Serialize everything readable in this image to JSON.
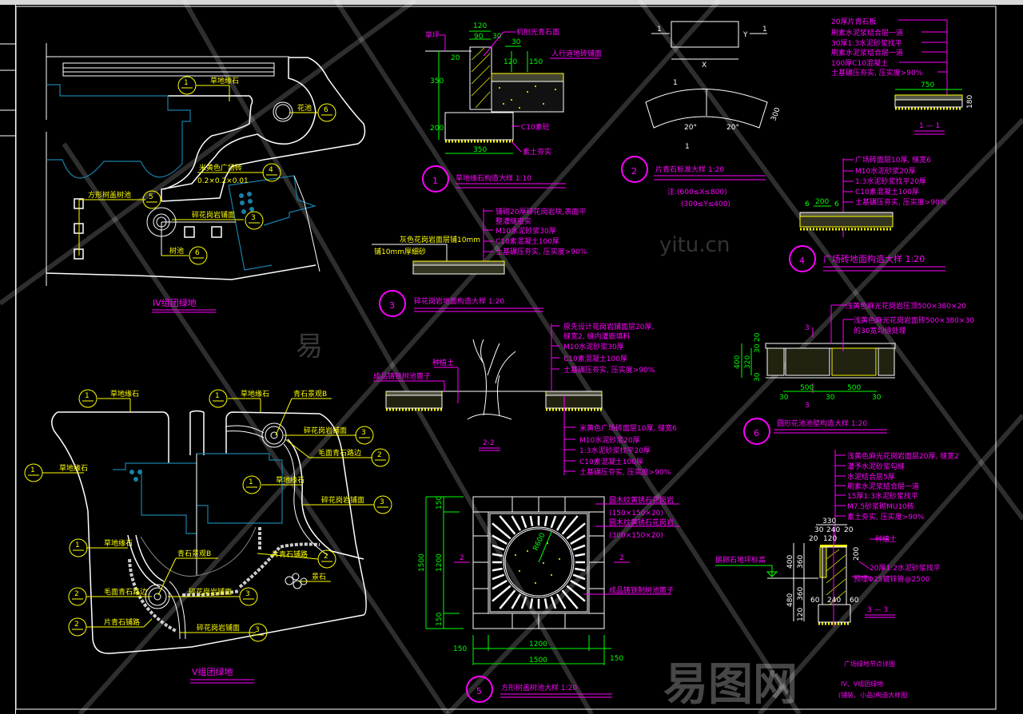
{
  "plan_iv": {
    "title": "IV组团绿地",
    "labels": [
      "草地缘石",
      "花池",
      "米黄色广场砖",
      "0.2×0.2×0.01",
      "方形树盖树池",
      "碎花岗岩铺面",
      "树池"
    ],
    "bubbles": [
      "1",
      "6",
      "4",
      "5",
      "3",
      "6"
    ]
  },
  "plan_v": {
    "title": "V组团绿地",
    "labels": [
      "草地缘石",
      "草地缘石",
      "青石景观B",
      "碎花岗岩铺面",
      "毛面青石路边",
      "草地缘石",
      "草地缘石",
      "碎花岗岩铺面",
      "草地缘石",
      "青石景观B",
      "片青石铺路",
      "景石",
      "毛面青石路边",
      "碎花岗岩铺面",
      "片青石铺路",
      "碎花岗岩铺面"
    ],
    "bubbles": [
      "1",
      "1",
      "3",
      "2",
      "1",
      "1",
      "3",
      "1",
      "2",
      "2",
      "3",
      "2",
      "3"
    ]
  },
  "detail1": {
    "number": "1",
    "title": "草地缘石构造大样 1:10",
    "labels": [
      "草坪",
      "机刨光青石面",
      "人行道地砖铺面",
      "C10素砼",
      "素土夯实"
    ],
    "dims": [
      "120",
      "90",
      "30",
      "20",
      "350",
      "200",
      "350",
      "30",
      "120",
      "150"
    ]
  },
  "detail2": {
    "number": "2",
    "title": "片青石标准大样 1:20",
    "note1": "注:(600≤X≤800)",
    "note2": "(300≤Y≤400)",
    "marks": [
      "1",
      "1",
      "X",
      "Y",
      "1",
      "1",
      "20°",
      "20°",
      "300"
    ]
  },
  "section11": {
    "layers": [
      "20厚片青石板",
      "刷素水泥浆结合层一道",
      "30厚1:3水泥砂浆找平",
      "刷素水泥浆结合层一道",
      "100厚C10混凝土",
      "土基碾压夯实, 压实度>90%"
    ],
    "dim": "750",
    "dim2": "180",
    "title": "1 — 1"
  },
  "detail4": {
    "number": "4",
    "title": "广场砖地面构造大样 1:20",
    "layers": [
      "广场砖面层10厚, 缝宽6",
      "M10水泥砂浆20厚",
      "1:3水泥砂浆找平20厚",
      "C10素混凝土100厚",
      "土基碾压夯实, 压实度>90%"
    ],
    "dims": [
      "6",
      "200",
      "6"
    ]
  },
  "detail3": {
    "number": "3",
    "title": "碎花岗岩地面构造大样 1:20",
    "layers": [
      "铺砌20厚碎花岗岩块,表面平",
      "整灌缝密实",
      "M10水泥砂浆30厚",
      "C10素混凝土100厚",
      "土基碾压夯实, 压实度>90%"
    ],
    "side_labels": [
      "灰色花岗岩面层铺10mm",
      "铺10mm厚细砂"
    ]
  },
  "section22": {
    "title": "2-2",
    "labels": [
      "种植土",
      "成品铸铁树池篦子"
    ],
    "top_layers": [
      "原先设计花岗岩铺面层20厚,",
      "缝宽2, 缝内灌嵌填料",
      "M10水泥砂浆30厚",
      "C10素混凝土100厚",
      "土基碾压夯实, 压实度>90%"
    ],
    "bottom_layers": [
      "米黄色广场砖面层10厚, 缝宽6",
      "M10水泥砂浆20厚",
      "1:3水泥砂浆找平20厚",
      "C10素混凝土100厚",
      "土基碾压夯实, 压实度>90%"
    ]
  },
  "detail6": {
    "number": "6",
    "title": "圆形花池池壁构造大样 1:20",
    "labels": [
      "浅黄色麻光花岗岩压顶500×380×20",
      "浅黄色麻光花岗岩面砖500×380×30",
      "的30宽勾缝处理"
    ],
    "dims": [
      "400",
      "320",
      "30",
      "30",
      "20",
      "500",
      "500",
      "30",
      "30",
      "30"
    ],
    "cut": "3"
  },
  "detail5": {
    "number": "5",
    "title": "方形树盖树池大样 1:20",
    "labels": [
      "圆木纹黄锈石花岗岩",
      "(150×150×20)",
      "圆木纹黄锈石花岗岩",
      "(300×150×20)",
      "成品铸铁制树池篦子"
    ],
    "dims": [
      "150",
      "1200",
      "150",
      "1500",
      "1200",
      "1500",
      "150",
      "150",
      "R600"
    ],
    "cut": "2"
  },
  "section33": {
    "title": "3 — 3",
    "layers": [
      "浅黄色麻光花岗岩面层20厚, 缝宽2",
      "灌予水泥砂浆勾缝",
      "水泥结合层5厚",
      "刷素水泥浆结合层一道",
      "15厚1:3水泥砂浆找平",
      "M7.5砂浆砌MU10砖",
      "素土夯实, 压实度>90%"
    ],
    "labels": [
      "种植土",
      "20厚1:2水泥砂浆找平",
      "预埋Φ25镀锌管@2500",
      "鹅卵石地坪标高"
    ],
    "dims": [
      "330",
      "30",
      "240",
      "20",
      "20",
      "120",
      "200",
      "400",
      "360",
      "480",
      "360",
      "120",
      "60",
      "240",
      "60"
    ]
  },
  "title_block": {
    "line1": "广场绿地节点详图",
    "line2": "IV、V组团绿地",
    "line3": "(铺装、小品)构造大样图"
  },
  "watermark": {
    "glyph": "易",
    "site": "yitu.cn",
    "logo": "易图网"
  },
  "colors": {
    "background": "#000000",
    "annotation": "#ff00ff",
    "leader": "#ffff00",
    "dimension": "#00ff00",
    "outline": "#ffffff",
    "water": "#1a7fa8"
  }
}
